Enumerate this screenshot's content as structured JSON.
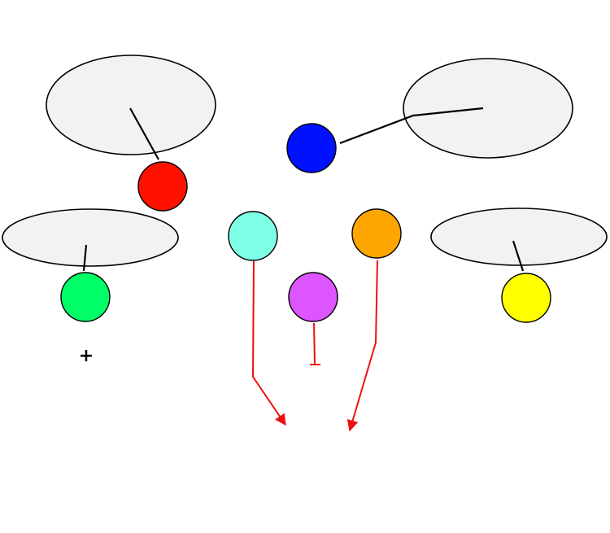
{
  "colors": {
    "background": "#ffffff",
    "ellipse_fill": "#f2f2f2",
    "ellipse_stroke": "#000000",
    "connector_stroke": "#000000",
    "circle_stroke": "#000000",
    "arrow_red": "#ee1111"
  },
  "nodes": [
    {
      "name": "red-node",
      "fill": "#ff1100"
    },
    {
      "name": "blue-node",
      "fill": "#0011ff"
    },
    {
      "name": "cyan-node",
      "fill": "#7fffe6"
    },
    {
      "name": "orange-node",
      "fill": "#ffa500"
    },
    {
      "name": "magenta-node",
      "fill": "#dd55ff"
    },
    {
      "name": "green-node",
      "fill": "#00ff66"
    },
    {
      "name": "yellow-node",
      "fill": "#ffff00"
    }
  ],
  "labels": {
    "plus_sign": "+"
  }
}
